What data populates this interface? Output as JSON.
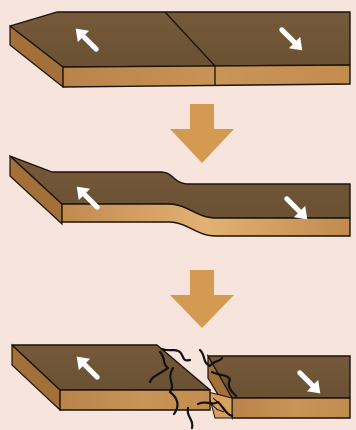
{
  "diagram": {
    "stages": [
      {
        "id": "initial",
        "left_motion": "up-left",
        "right_motion": "down-right"
      },
      {
        "id": "elastic-bending",
        "left_motion": "up-left",
        "right_motion": "down-right"
      },
      {
        "id": "rupture",
        "left_motion": "up-left",
        "right_motion": "down-right"
      }
    ],
    "transition_arrows": 2,
    "colors": {
      "background": "#f7e4dc",
      "block_top": "#6e5535",
      "block_front": "#c78f50",
      "block_side": "#a4703a",
      "outline": "#1a1208",
      "arrow": "#d59a52",
      "motion_arrow": "#ffffff"
    },
    "icons": [
      "motion-arrow-icon",
      "down-arrow-icon",
      "rupture-burst-icon"
    ]
  }
}
